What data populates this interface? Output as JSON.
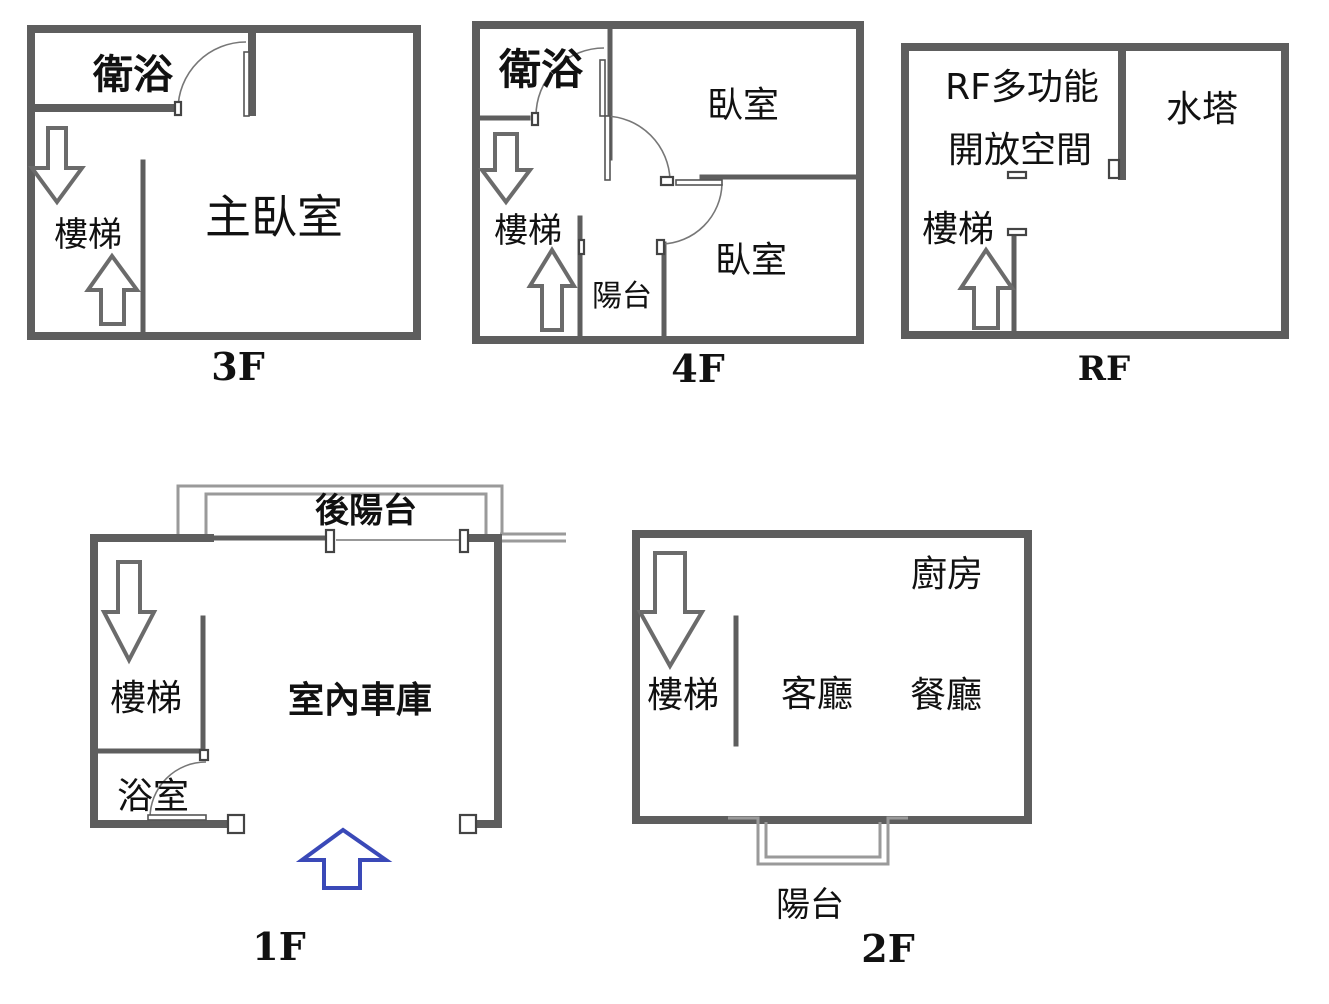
{
  "floors": {
    "f3": {
      "label": "3F",
      "rooms": {
        "bath": "衛浴",
        "stairs": "樓梯",
        "master": "主臥室"
      }
    },
    "f4": {
      "label": "4F",
      "rooms": {
        "bath": "衛浴",
        "bedroom1": "臥室",
        "stairs": "樓梯",
        "bedroom2": "臥室",
        "balcony": "陽台"
      }
    },
    "rf": {
      "label": "RF",
      "rooms": {
        "open_line1": "RF多功能",
        "open_line2": "開放空間",
        "tank": "水塔",
        "stairs": "樓梯"
      }
    },
    "f1": {
      "label": "1F",
      "rooms": {
        "back_balcony": "後陽台",
        "stairs": "樓梯",
        "garage": "室內車庫",
        "bathroom": "浴室"
      }
    },
    "f2": {
      "label": "2F",
      "rooms": {
        "kitchen": "廚房",
        "stairs": "樓梯",
        "living": "客廳",
        "dining": "餐廳",
        "balcony": "陽台"
      }
    }
  },
  "colors": {
    "wall": "#5e5e5e",
    "entrance_arrow": "#3a49b8"
  }
}
